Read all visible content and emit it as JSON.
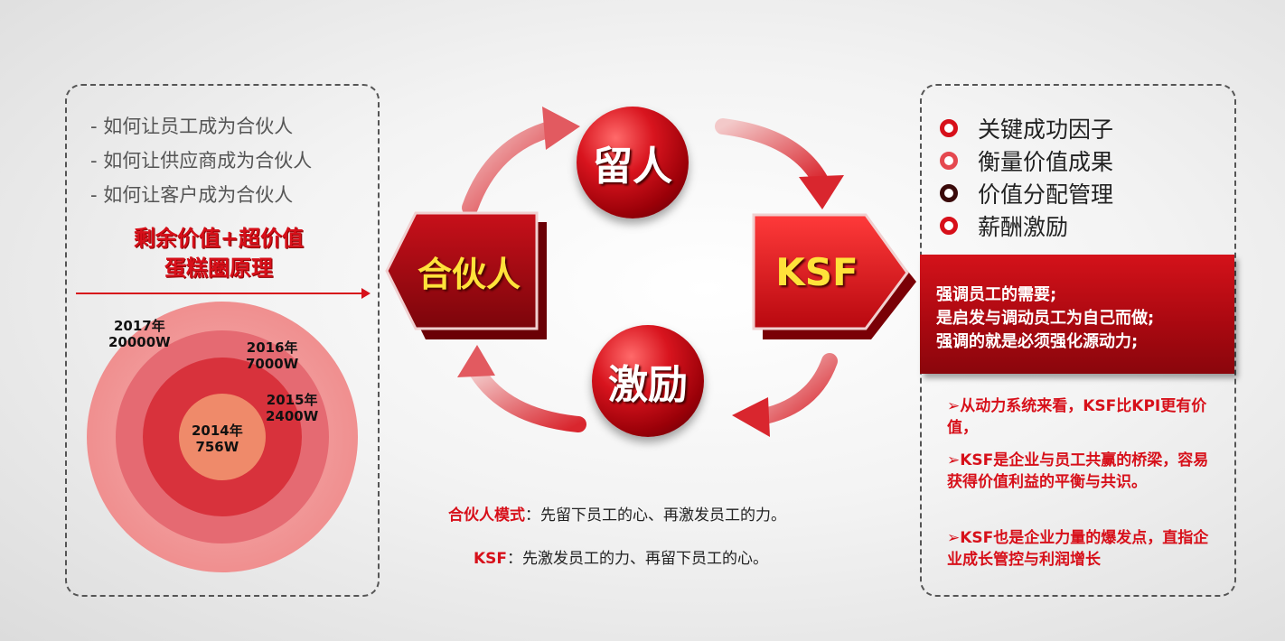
{
  "left": {
    "questions": [
      "- 如何让员工成为合伙人",
      "- 如何让供应商成为合伙人",
      "- 如何让客户成为合伙人"
    ],
    "emphasis": [
      "剩余价值+超价值",
      "蛋糕圈原理"
    ]
  },
  "rings": [
    {
      "year": "2017年",
      "amount": "20000W"
    },
    {
      "year": "2016年",
      "amount": "7000W"
    },
    {
      "year": "2015年",
      "amount": "2400W"
    },
    {
      "year": "2014年",
      "amount": "756W"
    }
  ],
  "cycle": {
    "top": "留人",
    "left": "合伙人",
    "right": "KSF",
    "bottom": "激励"
  },
  "captions": [
    {
      "key": "合伙人模式",
      "text": "：先留下员工的心、再激发员工的力。"
    },
    {
      "key": "KSF",
      "text": "：先激发员工的力、再留下员工的心。"
    }
  ],
  "right": {
    "factors": [
      {
        "label": "关键成功因子",
        "color": "#d7101a"
      },
      {
        "label": "衡量价值成果",
        "color": "#e5484f"
      },
      {
        "label": "价值分配管理",
        "color": "#3a0a0a"
      },
      {
        "label": "薪酬激励",
        "color": "#d7101a"
      }
    ],
    "banner": [
      "强调员工的需要;",
      "是启发与调动员工为自己而做;",
      "强调的就是必须强化源动力;"
    ],
    "points": [
      "➢从动力系统来看，KSF比KPI更有价值，",
      "➢KSF是企业与员工共赢的桥梁，容易获得价值利益的平衡与共识。",
      "➢KSF也是企业力量的爆发点，直指企业成长管控与利润增长"
    ]
  }
}
